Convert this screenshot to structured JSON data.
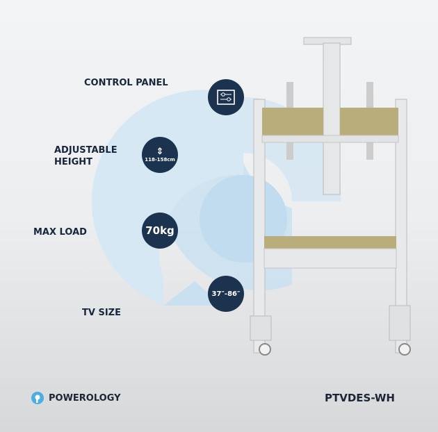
{
  "features": [
    {
      "label": "CONTROL PANEL",
      "badge_icon": "control-panel-icon",
      "badge_text": ""
    },
    {
      "label": "ADJUSTABLE HEIGHT",
      "label_lines": [
        "ADJUSTABLE",
        "HEIGHT"
      ],
      "badge_icon": "height-ruler-icon",
      "badge_text": "118-158cm"
    },
    {
      "label": "MAX LOAD",
      "badge_text": "70kg"
    },
    {
      "label": "TV SIZE",
      "badge_text": "37″-86″"
    }
  ],
  "brand": {
    "name": "POWEROLOGY"
  },
  "model": "PTVDES-WH",
  "colors": {
    "navy": "#1c3350",
    "accent_blue": "#c8e0f0",
    "wood": "#b8ad7a"
  }
}
